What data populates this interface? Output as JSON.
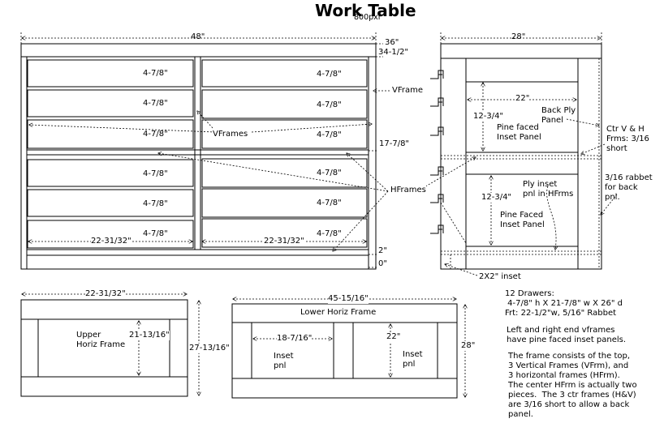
{
  "title": "Work Table",
  "subtitle": "800pxl",
  "front": {
    "width_label": "48\"",
    "height_top": "36\"",
    "height_under_top": "34-1/2\"",
    "height_mid": "17-7/8\"",
    "height_low": "2\"",
    "height_zero": "0\"",
    "drawer_labels_left": [
      "4-7/8\"",
      "4-7/8\"",
      "4-7/8\"",
      "4-7/8\"",
      "4-7/8\"",
      "4-7/8\""
    ],
    "drawer_labels_right": [
      "4-7/8\"",
      "4-7/8\"",
      "4-7/8\"",
      "4-7/8\"",
      "4-7/8\"",
      "4-7/8\""
    ],
    "bay_width_left": "22-31/32\"",
    "bay_width_right": "22-31/32\"",
    "vframe_label": "VFrame",
    "vframes_label": "VFrames",
    "hframes_label": "HFrames"
  },
  "side": {
    "width_label": "28\"",
    "inner_width": "22\"",
    "upper_height": "12-3/4\"",
    "lower_height": "12-3/4\"",
    "upper_panel": "Pine faced\nInset Panel",
    "lower_panel": "Pine Faced\nInset Panel",
    "back_ply": "Back Ply\nPanel",
    "ply_inset": "Ply inset\npnl in HFrms",
    "ctr_note": "Ctr V & H\nFrms: 3/16\nshort",
    "rabbet_note": "3/16 rabbet\nfor back\npnl.",
    "inset_note": "2X2\" inset"
  },
  "upper_frame": {
    "width_label": "22-31/32\"",
    "name": "Upper\nHoriz Frame",
    "inner_height": "21-13/16\"",
    "outer_height": "27-13/16\""
  },
  "lower_frame": {
    "width_label": "45-15/16\"",
    "name": "Lower Horiz Frame",
    "panel_width": "18-7/16\"",
    "inner_height": "22\"",
    "outer_height": "28\"",
    "left_panel": "Inset\npnl",
    "right_panel": "Inset\npnl"
  },
  "notes": {
    "drawers": "12 Drawers:\n 4-7/8\" h X 21-7/8\" w X 26\" d\nFrt: 22-1/2\"w, 5/16\" Rabbet",
    "vframes": "Left and right end vframes\nhave pine faced inset panels.",
    "frame": "The frame consists of the top,\n3 Vertical Frames (VFrm), and\n3 horizontal frames (HFrm).\nThe center HFrm is actually two\npieces.  The 3 ctr frames (H&V)\nare 3/16 short to allow a back\npanel."
  },
  "colors": {
    "line": "#000000",
    "background": "#ffffff"
  }
}
